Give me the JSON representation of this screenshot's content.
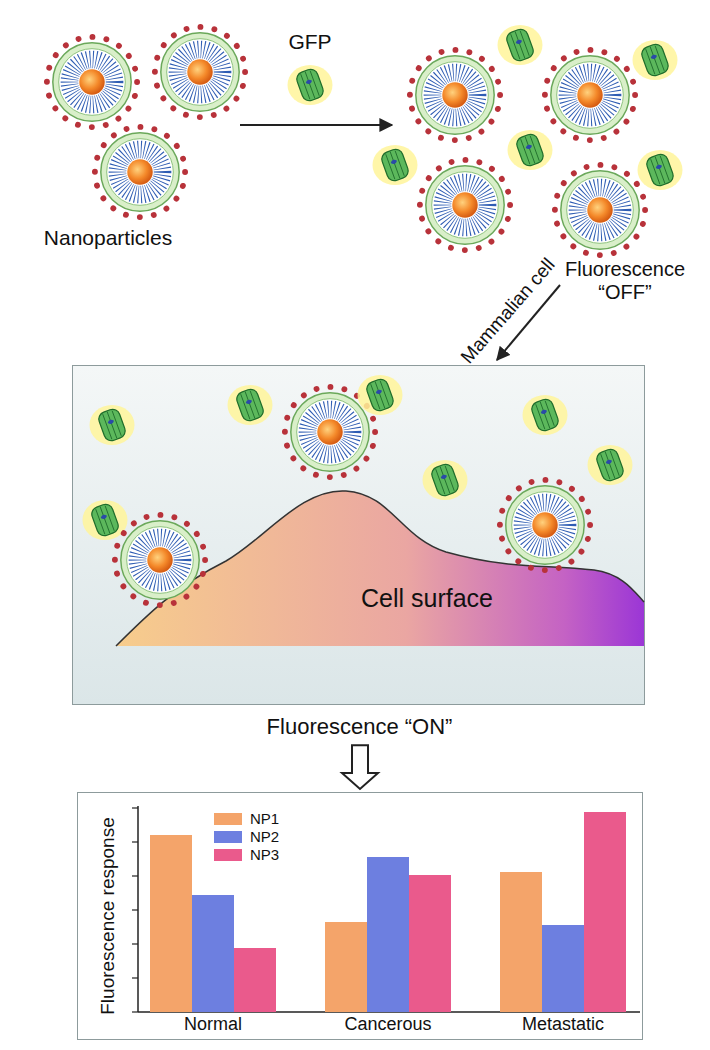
{
  "diagram": {
    "nodes": [
      {
        "text": [
          "Fluorescence “ON”"
        ]
      },
      {
        "text": [
          "Cell surface"
        ],
        "in": 0
      },
      {
        "text": [
          "Fluorescence response"
        ]
      }
    ],
    "edges": [
      {
        "from": 0,
        "to": 2,
        "arrow": "to"
      }
    ],
    "labels": [
      "Nanoparticles",
      "GFP",
      "Fluorescence “OFF”",
      "Mammalian cell",
      "Normal",
      "Cancerous",
      "Metastatic"
    ],
    "legend": [
      {
        "text": "NP1",
        "color": "#f4a46a"
      },
      {
        "text": "NP2",
        "color": "#6d7fe0"
      },
      {
        "text": "NP3",
        "color": "#ea5a8c"
      }
    ]
  }
}
